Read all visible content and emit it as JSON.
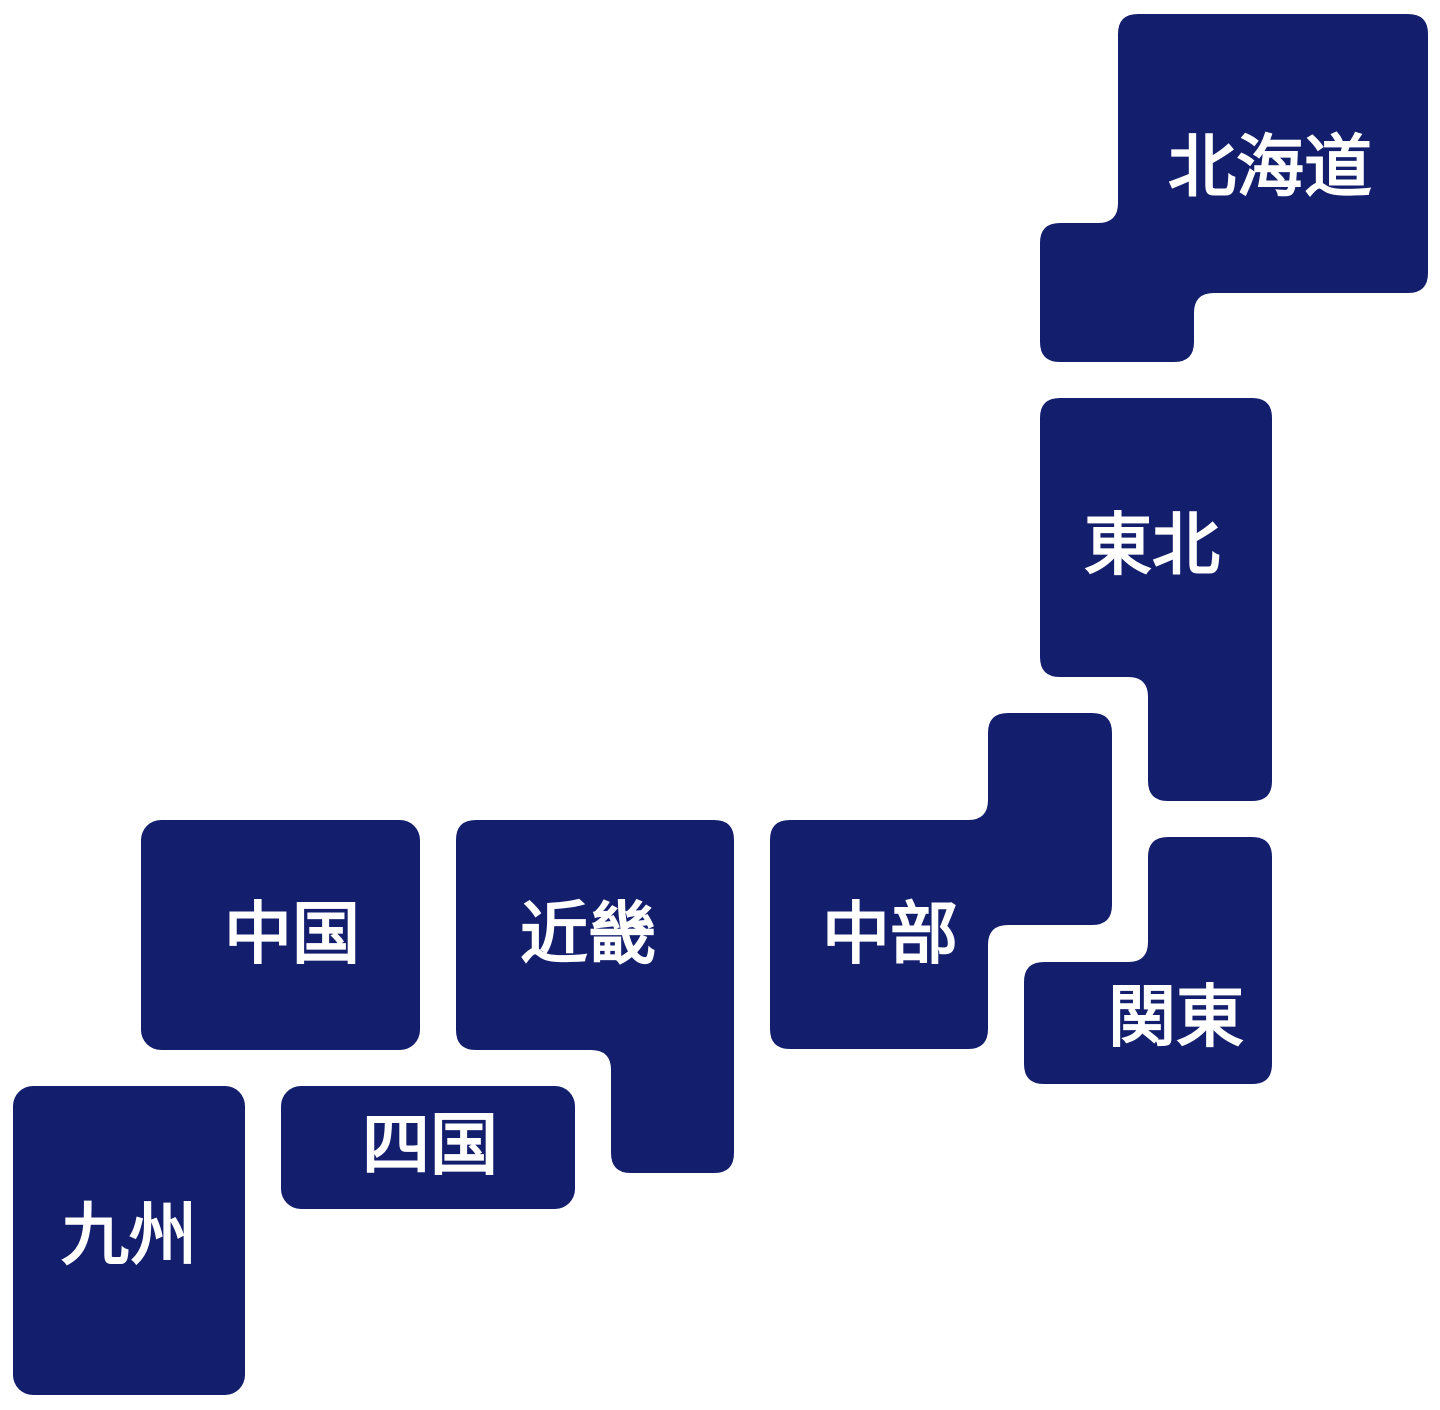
{
  "map": {
    "fill_color": "#131e6d",
    "label_color": "#ffffff",
    "regions": {
      "hokkaido": "北海道",
      "tohoku": "東北",
      "kanto": "関東",
      "chubu": "中部",
      "kinki": "近畿",
      "chugoku": "中国",
      "shikoku": "四国",
      "kyushu": "九州"
    }
  }
}
